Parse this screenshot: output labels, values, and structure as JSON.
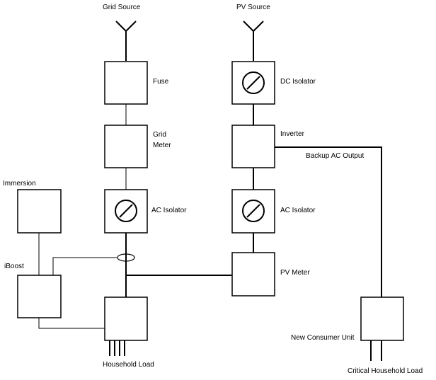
{
  "labels": {
    "grid_source": "Grid Source",
    "pv_source": "PV Source",
    "fuse": "Fuse",
    "grid_meter_line1": "Grid",
    "grid_meter_line2": "Meter",
    "ac_isolator_grid": "AC Isolator",
    "dc_isolator": "DC Isolator",
    "inverter": "Inverter",
    "backup_ac_output": "Backup AC Output",
    "ac_isolator_pv": "AC Isolator",
    "pv_meter": "PV Meter",
    "immersion": "Immersion",
    "iboost": "iBoost",
    "household_load": "Household Load",
    "new_consumer_unit": "New Consumer Unit",
    "critical_household_load": "Critical Household Load"
  },
  "icons": {
    "isolator_switch": "isolator-switch-icon",
    "antenna_source": "antenna-source-icon",
    "current_clamp": "current-clamp-icon"
  }
}
